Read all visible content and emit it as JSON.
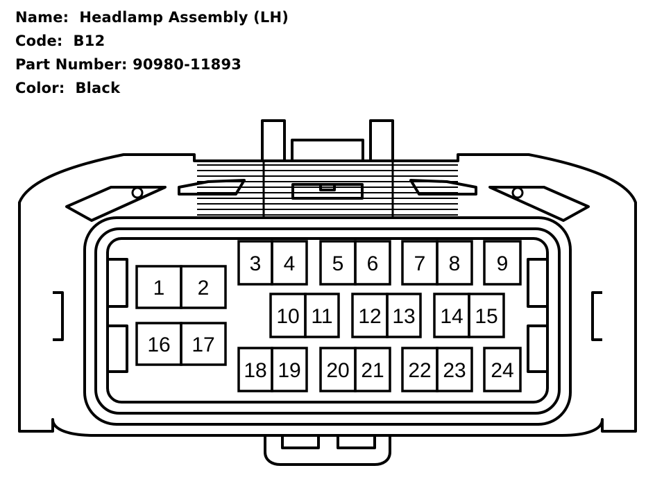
{
  "info": {
    "name_label": "Name:",
    "name_value": "Headlamp Assembly (LH)",
    "code_label": "Code:",
    "code_value": "B12",
    "part_label": "Part Number:",
    "part_value": "90980-11893",
    "color_label": "Color:",
    "color_value": "Black"
  },
  "pins": [
    "1",
    "2",
    "3",
    "4",
    "5",
    "6",
    "7",
    "8",
    "9",
    "10",
    "11",
    "12",
    "13",
    "14",
    "15",
    "16",
    "17",
    "18",
    "19",
    "20",
    "21",
    "22",
    "23",
    "24"
  ]
}
